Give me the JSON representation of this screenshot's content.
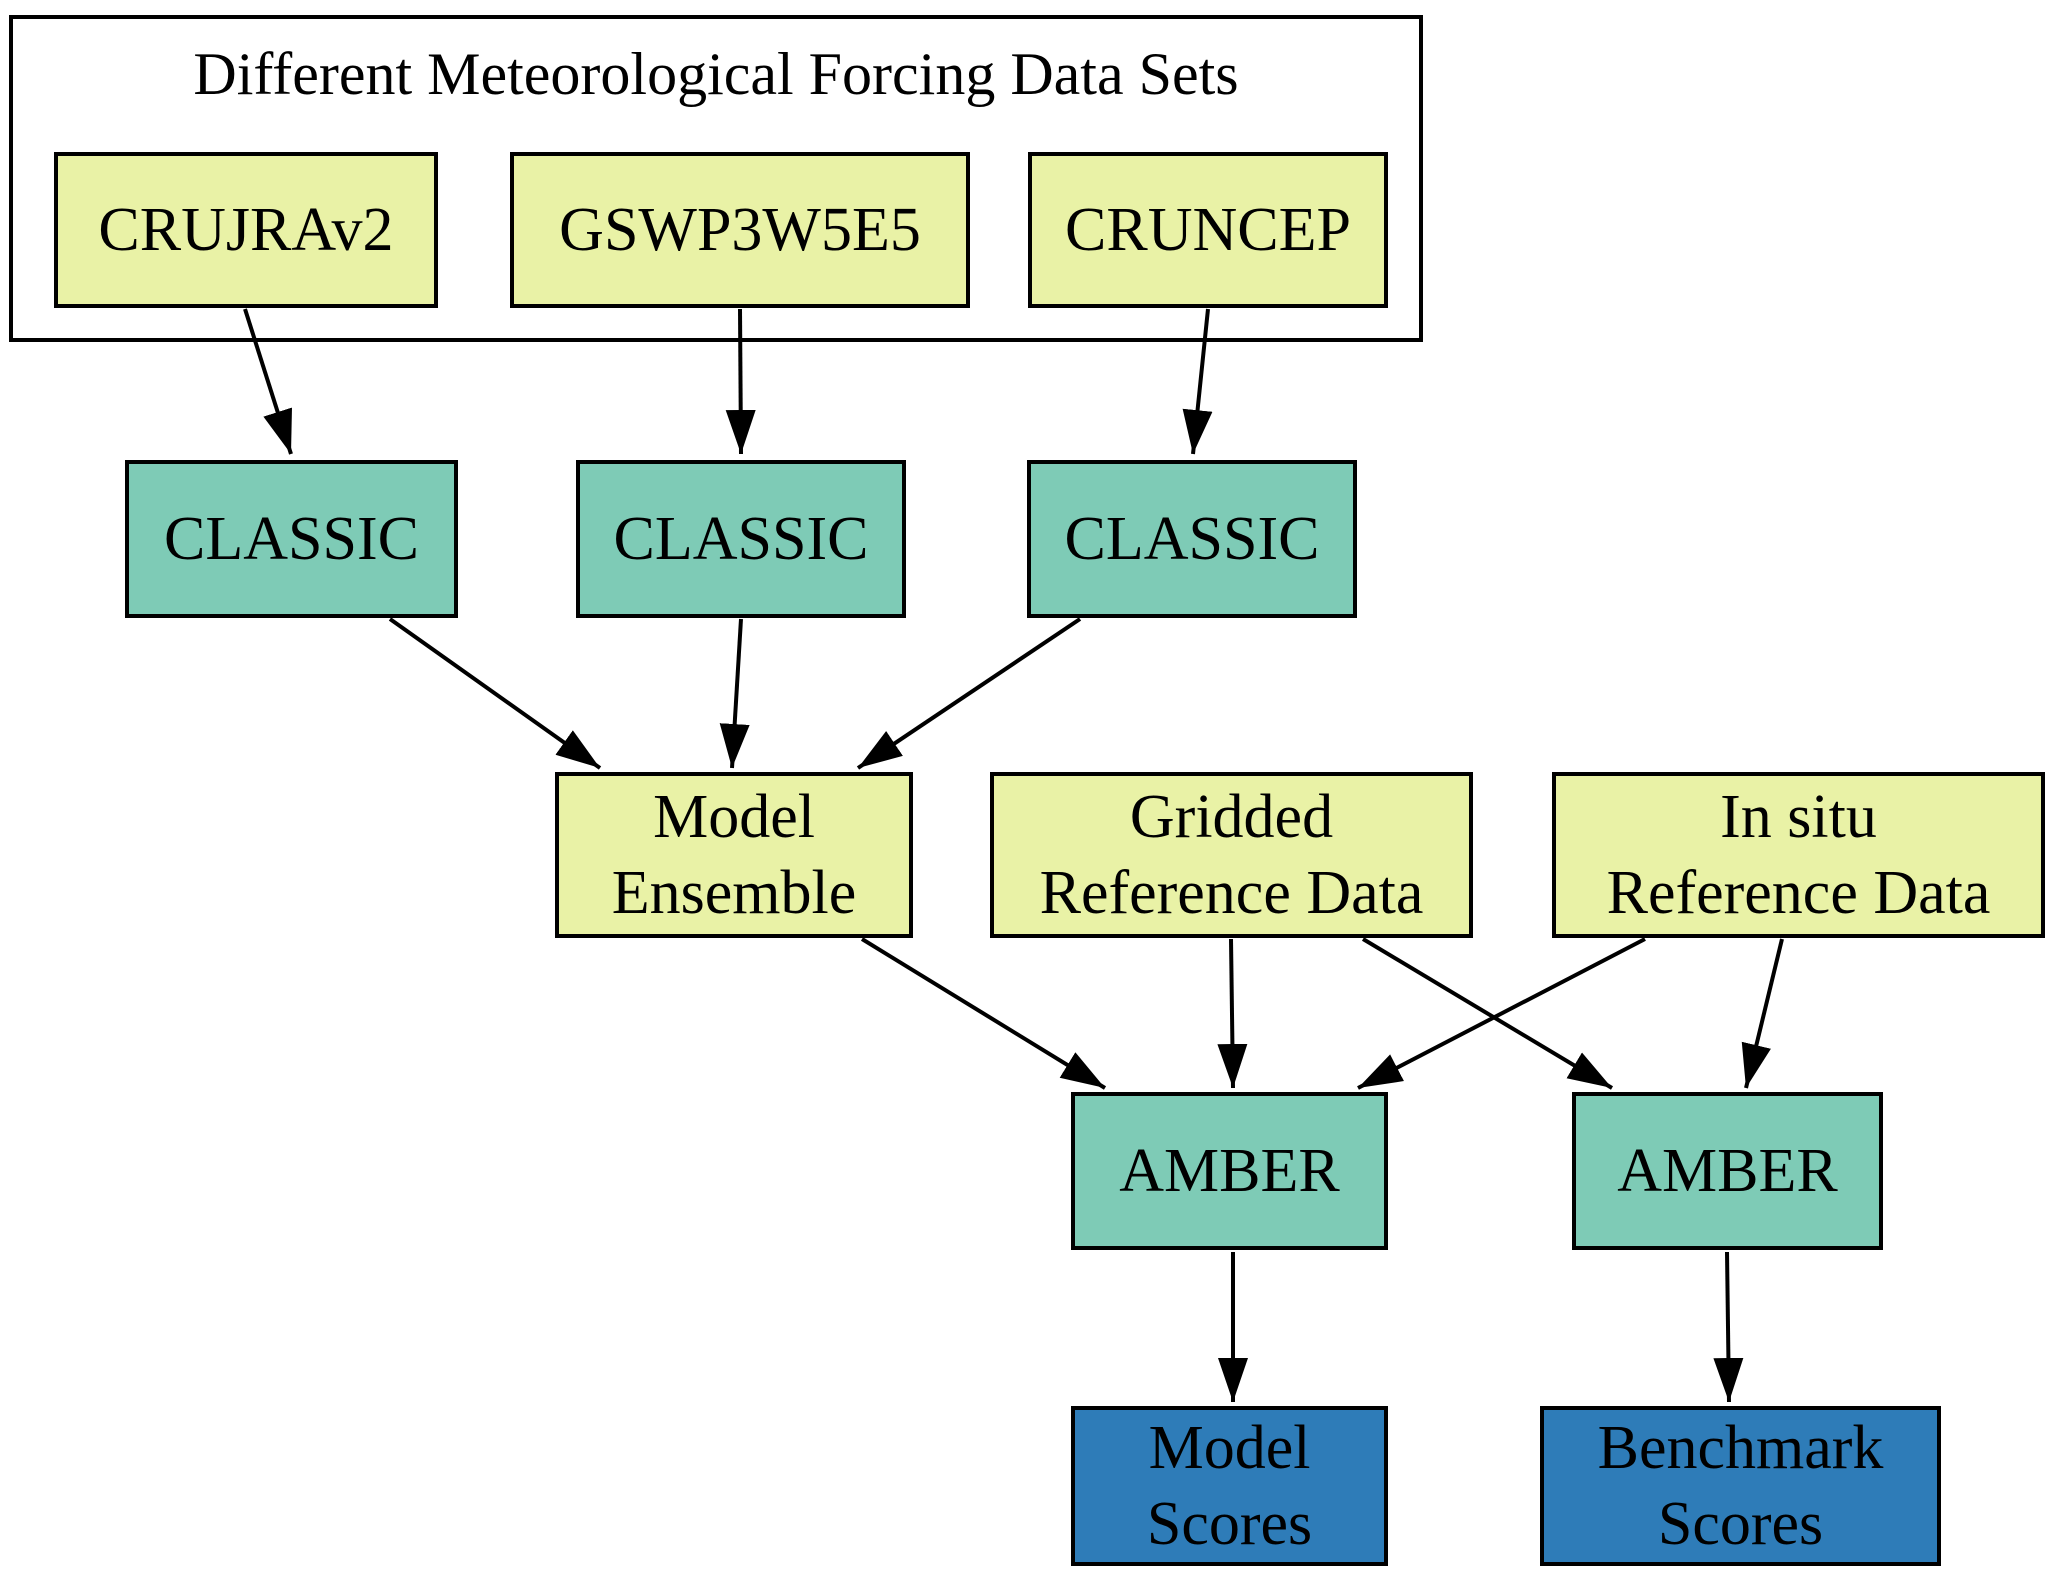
{
  "diagram": {
    "cluster": {
      "title": "Different Meteorological Forcing Data Sets"
    },
    "nodes": {
      "crujrav2": {
        "label": "CRUJRAv2"
      },
      "gswp3w5e5": {
        "label": "GSWP3W5E5"
      },
      "cruncep": {
        "label": "CRUNCEP"
      },
      "classic_1": {
        "label": "CLASSIC"
      },
      "classic_2": {
        "label": "CLASSIC"
      },
      "classic_3": {
        "label": "CLASSIC"
      },
      "model_ensemble": {
        "lines": [
          "Model",
          "Ensemble"
        ]
      },
      "gridded_reference": {
        "lines": [
          "Gridded",
          "Reference Data"
        ]
      },
      "insitu_reference": {
        "lines": [
          "In situ",
          "Reference Data"
        ]
      },
      "amber_model": {
        "label": "AMBER"
      },
      "amber_benchmark": {
        "label": "AMBER"
      },
      "model_scores": {
        "lines": [
          "Model",
          "Scores"
        ]
      },
      "benchmark_scores": {
        "lines": [
          "Benchmark",
          "Scores"
        ]
      }
    },
    "edges": [
      {
        "from": "CRUJRAv2",
        "to": "CLASSIC (1)"
      },
      {
        "from": "GSWP3W5E5",
        "to": "CLASSIC (2)"
      },
      {
        "from": "CRUNCEP",
        "to": "CLASSIC (3)"
      },
      {
        "from": "CLASSIC (1)",
        "to": "Model Ensemble"
      },
      {
        "from": "CLASSIC (2)",
        "to": "Model Ensemble"
      },
      {
        "from": "CLASSIC (3)",
        "to": "Model Ensemble"
      },
      {
        "from": "Model Ensemble",
        "to": "AMBER (model)"
      },
      {
        "from": "Gridded Reference Data",
        "to": "AMBER (model)"
      },
      {
        "from": "Gridded Reference Data",
        "to": "AMBER (benchmark)"
      },
      {
        "from": "In situ Reference Data",
        "to": "AMBER (model)"
      },
      {
        "from": "In situ Reference Data",
        "to": "AMBER (benchmark)"
      },
      {
        "from": "AMBER (model)",
        "to": "Model Scores"
      },
      {
        "from": "AMBER (benchmark)",
        "to": "Benchmark Scores"
      }
    ],
    "colors": {
      "dataset_fill": "#e9f2a6",
      "model_fill": "#7ecbb6",
      "score_fill": "#2e7cb8",
      "border": "#000000",
      "background": "#ffffff"
    }
  }
}
